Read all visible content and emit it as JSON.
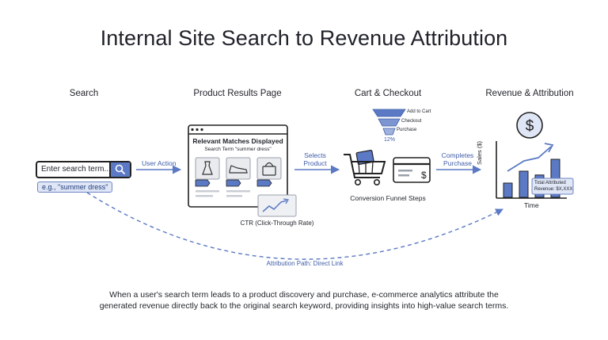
{
  "title": "Internal Site Search to Revenue Attribution",
  "stages": {
    "search": "Search",
    "results": "Product Results Page",
    "cart": "Cart & Checkout",
    "revenue": "Revenue & Attribution"
  },
  "search_box": {
    "placeholder": "Enter search term...",
    "suggestion": "e.g., \"summer dress\""
  },
  "results_page": {
    "heading": "Relevant Matches Displayed",
    "subheading": "Search Term \"summer dress\"",
    "ctr_label": "CTR (Click-Through Rate)"
  },
  "arrows": {
    "user_action": "User Action",
    "selects_product": [
      "Selects",
      "Product"
    ],
    "completes_purchase": [
      "Completes",
      "Purchase"
    ],
    "attribution_path": "Attribution Path: Direct Link"
  },
  "funnel": {
    "steps": [
      "Add to Cart",
      "Checkout",
      "Purchase"
    ],
    "rate": "12%",
    "caption": "Conversion Funnel Steps"
  },
  "revenue_chart": {
    "ylabel": "Sales ($)",
    "xlabel": "Time",
    "tooltip": [
      "Total Attributed",
      "Revenue: $X,XXX"
    ],
    "bars": [
      0.3,
      0.55,
      0.47,
      0.8
    ],
    "currency_symbol": "$"
  },
  "colors": {
    "accent": "#5b79c4",
    "accent_light": "#dfe6f6",
    "gray": "#c9ccd3"
  },
  "caption": [
    "When a user's search term leads to a product discovery and purchase, e-commerce analytics attribute the",
    "generated revenue directly back to the original search keyword, providing insights into high-value search terms."
  ]
}
